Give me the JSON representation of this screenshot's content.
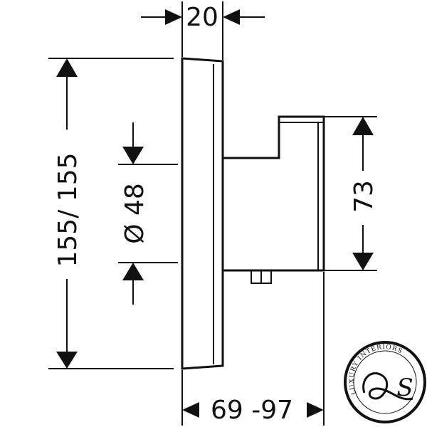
{
  "dimensions": {
    "width_top": "20",
    "height_total": "155/ 155",
    "diameter": "Ø 48",
    "module_height": "73",
    "depth_range": "69 -97"
  },
  "logo": {
    "ring_text": "LUXURY INTERIORS",
    "monogram": "S"
  }
}
